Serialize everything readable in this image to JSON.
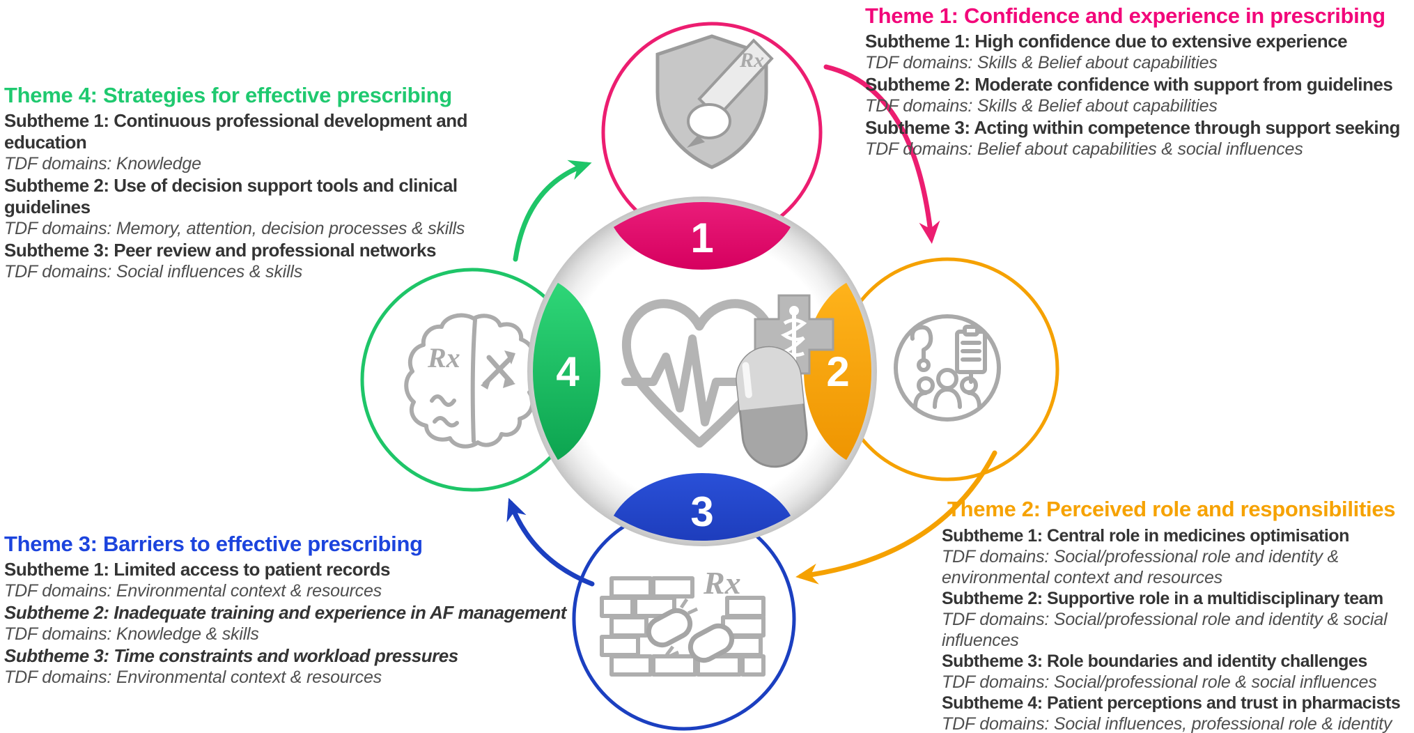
{
  "figure": {
    "type": "thematic-circle-diagram",
    "topic": "TDF themes in pharmacist prescribing"
  },
  "icons": {
    "rx_label": "Rx",
    "satellite_icons": [
      "shield-prescription-icon",
      "team-consultation-icon",
      "broken-chain-barrier-icon",
      "brain-decision-icon"
    ],
    "center_icons": [
      "heart-ecg-icon",
      "medical-cross-asclepius-icon",
      "pill-capsule-icon"
    ]
  },
  "hub": {
    "numbers": [
      "1",
      "2",
      "3",
      "4"
    ]
  },
  "colors": {
    "theme1_pink": "#F2077A",
    "theme2_orange": "#F6A201",
    "theme3_blue": "#1C44DD",
    "theme4_green": "#1FC96F",
    "icon_gray": "#ababab"
  },
  "themes": [
    {
      "number": "1",
      "color": "#F2077A",
      "title": "Theme 1: Confidence and experience in prescribing",
      "subthemes": [
        {
          "title": "Subtheme 1: High confidence due to extensive experience",
          "tdf": "TDF domains: Skills & Belief about capabilities"
        },
        {
          "title": "Subtheme 2: Moderate confidence with support from guidelines",
          "tdf": "TDF domains: Skills & Belief about capabilities"
        },
        {
          "title": "Subtheme 3: Acting within competence through support seeking",
          "tdf": "TDF domains: Belief about capabilities & social influences"
        }
      ]
    },
    {
      "number": "2",
      "color": "#F6A201",
      "title": "Theme 2: Perceived role and responsibilities",
      "subthemes": [
        {
          "title": "Subtheme 1: Central role in medicines optimisation",
          "tdf": "TDF domains: Social/professional role and identity & environmental context and resources"
        },
        {
          "title": "Subtheme 2: Supportive role in a multidisciplinary team",
          "tdf": "TDF domains: Social/professional role and identity & social influences"
        },
        {
          "title": "Subtheme 3: Role boundaries and identity challenges",
          "tdf": "TDF domains: Social/professional role  & social influences"
        },
        {
          "title": "Subtheme 4: Patient perceptions and trust in pharmacists",
          "tdf": "TDF domains: Social influences, professional role & identity"
        }
      ]
    },
    {
      "number": "3",
      "color": "#1C44DD",
      "title": "Theme 3:  Barriers to effective prescribing",
      "subthemes": [
        {
          "title": "Subtheme 1: Limited access to patient records",
          "tdf": "TDF domains: Environmental context & resources"
        },
        {
          "title": "Subtheme 2:  Inadequate training and experience in AF management",
          "tdf": "TDF domains: Knowledge & skills"
        },
        {
          "title": "Subtheme 3: Time constraints and workload pressures",
          "tdf": "TDF domains: Environmental context & resources"
        }
      ]
    },
    {
      "number": "4",
      "color": "#1FC96F",
      "title": "Theme 4: Strategies for effective prescribing",
      "subthemes": [
        {
          "title": "Subtheme 1: Continuous professional development and education",
          "tdf": "TDF domains: Knowledge"
        },
        {
          "title": "Subtheme 2: Use of decision support tools and clinical guidelines",
          "tdf": "TDF domains:  Memory, attention, decision processes & skills"
        },
        {
          "title": "Subtheme 3: Peer review and professional networks",
          "tdf": "TDF domains: Social influences & skills"
        }
      ]
    }
  ]
}
